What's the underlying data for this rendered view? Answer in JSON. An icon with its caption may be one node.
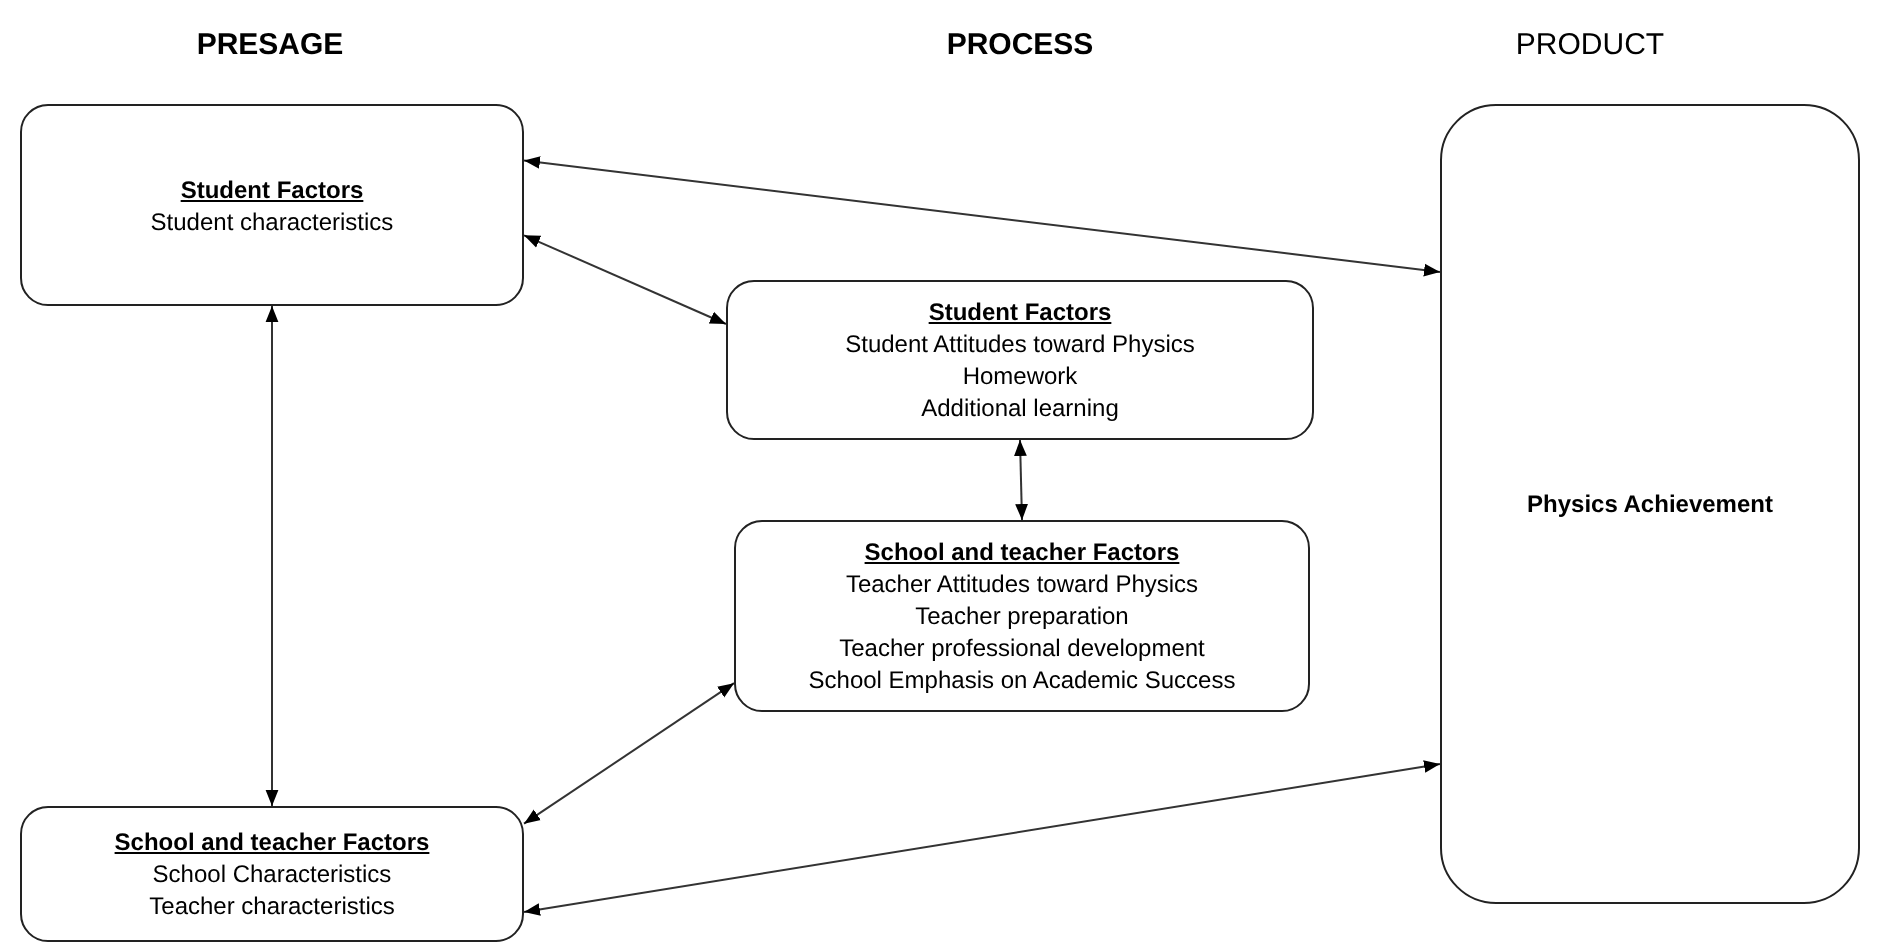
{
  "diagram": {
    "nodes": [
      {
        "text": [
          "Student Factors",
          "Student characteristics"
        ]
      },
      {
        "text": [
          "School and teacher Factors",
          "School Characteristics",
          "Teacher characteristics"
        ]
      },
      {
        "text": [
          "Student Factors",
          "Student Attitudes toward Physics",
          "Homework",
          "Additional learning"
        ]
      },
      {
        "text": [
          "School and teacher Factors",
          "Teacher Attitudes toward Physics",
          "Teacher preparation",
          "Teacher professional development",
          "School Emphasis on Academic Success"
        ]
      },
      {
        "text": [
          "Physics Achievement"
        ]
      }
    ],
    "edges": [
      {
        "from": 0,
        "to": 4,
        "arrow": "both"
      },
      {
        "from": 0,
        "to": 2,
        "arrow": "both"
      },
      {
        "from": 0,
        "to": 1,
        "arrow": "both"
      },
      {
        "from": 2,
        "to": 3,
        "arrow": "both"
      },
      {
        "from": 1,
        "to": 3,
        "arrow": "both"
      },
      {
        "from": 1,
        "to": 4,
        "arrow": "both"
      }
    ],
    "labels": [
      "PRESAGE",
      "PROCESS",
      "PRODUCT"
    ]
  }
}
